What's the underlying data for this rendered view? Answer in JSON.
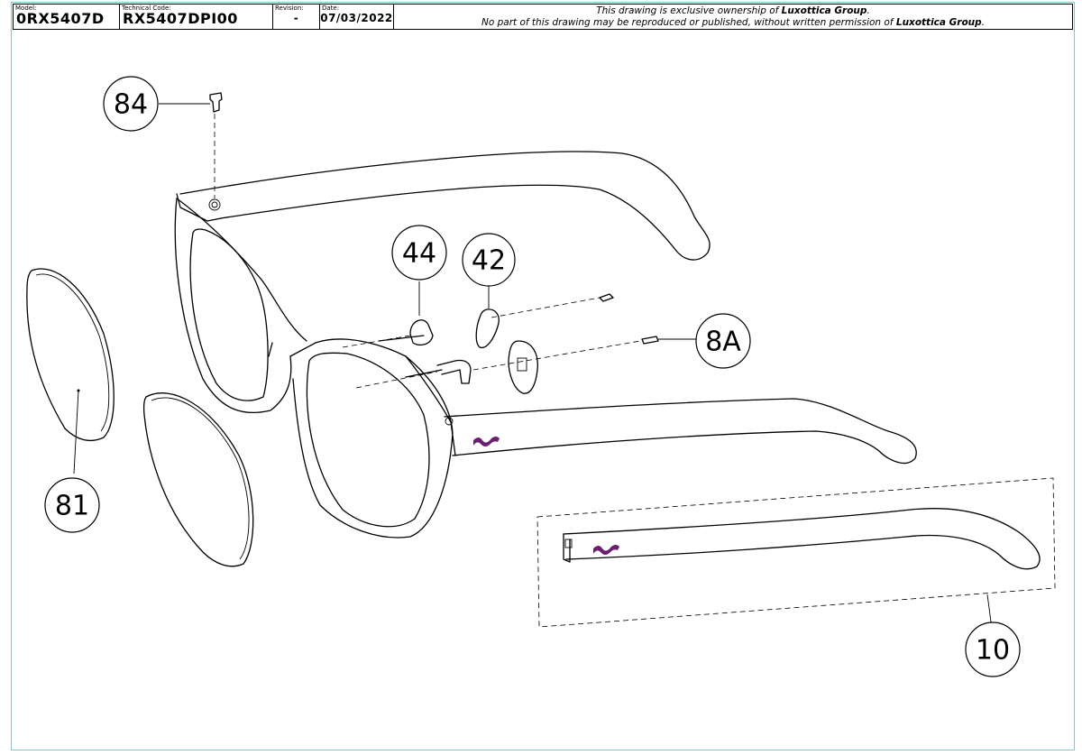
{
  "title_block": {
    "model_label": "Model:",
    "model_value": "0RX5407D",
    "tech_label": "Technical Code:",
    "tech_value": "RX5407DPI00",
    "rev_label": "Revision:",
    "rev_value": "-",
    "date_label": "Date:",
    "date_value": "07/03/2022",
    "notice_line1_pre": "This drawing is exclusive ownership of ",
    "notice_line1_brand": "Luxottica Group",
    "notice_line1_post": ".",
    "notice_line2_pre": "No part of this drawing may be reproduced or published, without written permission of ",
    "notice_line2_brand": "Luxottica Group",
    "notice_line2_post": "."
  },
  "callouts": {
    "c84": "84",
    "c44": "44",
    "c42": "42",
    "c8a": "8A",
    "c81": "81",
    "c10": "10"
  },
  "colors": {
    "line": "#000000",
    "border": "#7fc9c9",
    "logo": "#6b1f6e"
  }
}
